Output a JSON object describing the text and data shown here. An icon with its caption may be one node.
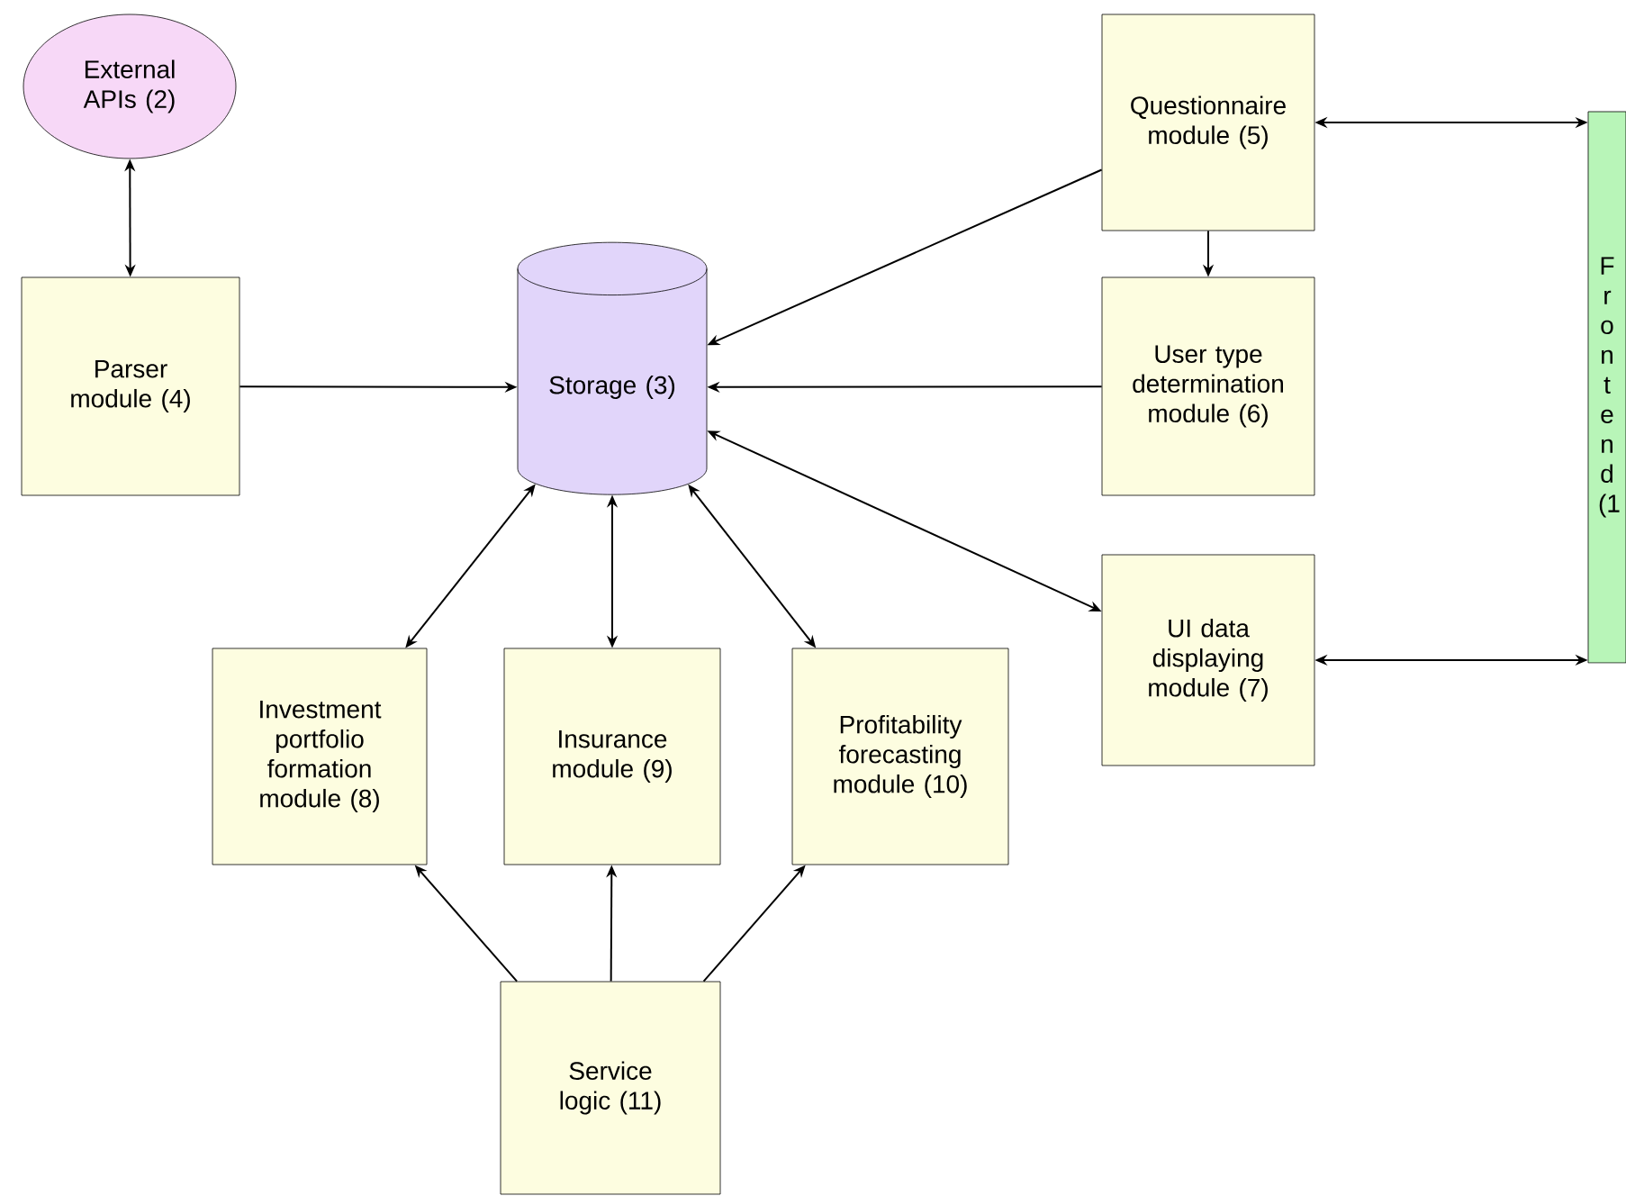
{
  "diagram": {
    "nodes": [
      {
        "text": [
          "Frontend (1"
        ]
      },
      {
        "text": [
          "External APIs (2)"
        ]
      },
      {
        "text": [
          "Storage (3)"
        ]
      },
      {
        "text": [
          "Parser module (4)"
        ]
      },
      {
        "text": [
          "Questionnaire module (5)"
        ]
      },
      {
        "text": [
          "User type determination module (6)"
        ]
      },
      {
        "text": [
          "UI data displaying module (7)"
        ]
      },
      {
        "text": [
          "Investment portfolio formation module (8)"
        ]
      },
      {
        "text": [
          "Insurance module (9)"
        ]
      },
      {
        "text": [
          "Profitability forecasting module (10)"
        ]
      },
      {
        "text": [
          "Service logic (11)"
        ]
      }
    ],
    "edges": [
      {
        "from": 1,
        "to": 3,
        "arrow": "both"
      },
      {
        "from": 3,
        "to": 2,
        "arrow": "to"
      },
      {
        "from": 4,
        "to": 2,
        "arrow": "to"
      },
      {
        "from": 4,
        "to": 5,
        "arrow": "to"
      },
      {
        "from": 5,
        "to": 2,
        "arrow": "to"
      },
      {
        "from": 4,
        "to": 0,
        "arrow": "both"
      },
      {
        "from": 2,
        "to": 6,
        "arrow": "both"
      },
      {
        "from": 6,
        "to": 0,
        "arrow": "both"
      },
      {
        "from": 2,
        "to": 7,
        "arrow": "both"
      },
      {
        "from": 2,
        "to": 8,
        "arrow": "both"
      },
      {
        "from": 2,
        "to": 9,
        "arrow": "both"
      },
      {
        "from": 10,
        "to": 7,
        "arrow": "to"
      },
      {
        "from": 10,
        "to": 8,
        "arrow": "to"
      },
      {
        "from": 10,
        "to": 9,
        "arrow": "to"
      }
    ]
  }
}
